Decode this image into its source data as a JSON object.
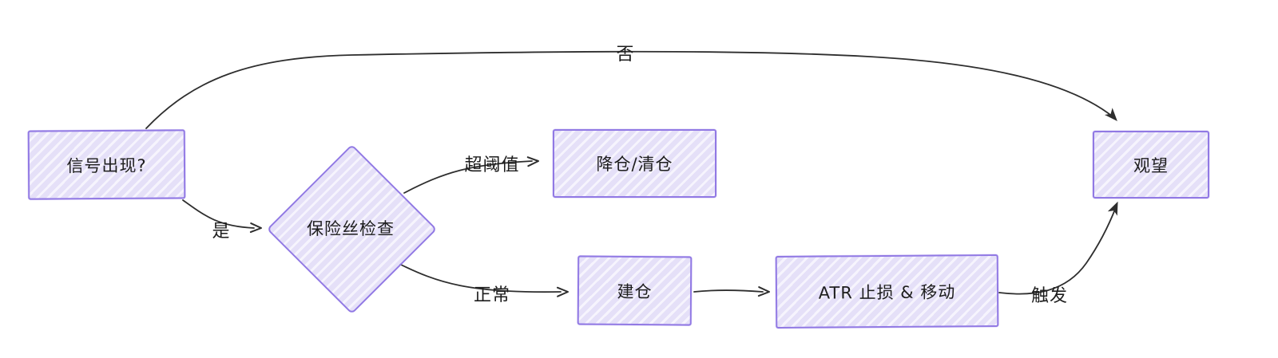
{
  "diagram": {
    "title": "trading-signal-flowchart",
    "nodes": {
      "signal": {
        "label": "信号出现?",
        "shape": "rectangle"
      },
      "fuse": {
        "label": "保险丝检查",
        "shape": "diamond"
      },
      "reduce": {
        "label": "降仓/清仓",
        "shape": "rectangle"
      },
      "open": {
        "label": "建仓",
        "shape": "rectangle"
      },
      "atr": {
        "label": "ATR 止损 & 移动",
        "shape": "rectangle"
      },
      "watch": {
        "label": "观望",
        "shape": "rectangle"
      }
    },
    "edges": [
      {
        "from": "signal",
        "to": "watch",
        "label_key": "no"
      },
      {
        "from": "signal",
        "to": "fuse",
        "label_key": "yes"
      },
      {
        "from": "fuse",
        "to": "reduce",
        "label_key": "over_threshold"
      },
      {
        "from": "fuse",
        "to": "open",
        "label_key": "normal"
      },
      {
        "from": "open",
        "to": "atr",
        "label_key": ""
      },
      {
        "from": "atr",
        "to": "watch",
        "label_key": "trigger"
      }
    ],
    "edge_labels": {
      "no": "否",
      "yes": "是",
      "over_threshold": "超阈值",
      "normal": "正常",
      "trigger": "触发"
    },
    "colors": {
      "shape_stroke": "#9179e4",
      "shape_fill": "#e5e0f8",
      "shape_fill_stripe": "#f6f4fd",
      "edge_stroke": "#2e2e2e",
      "text": "#1d1d1d",
      "background": "#ffffff"
    }
  }
}
